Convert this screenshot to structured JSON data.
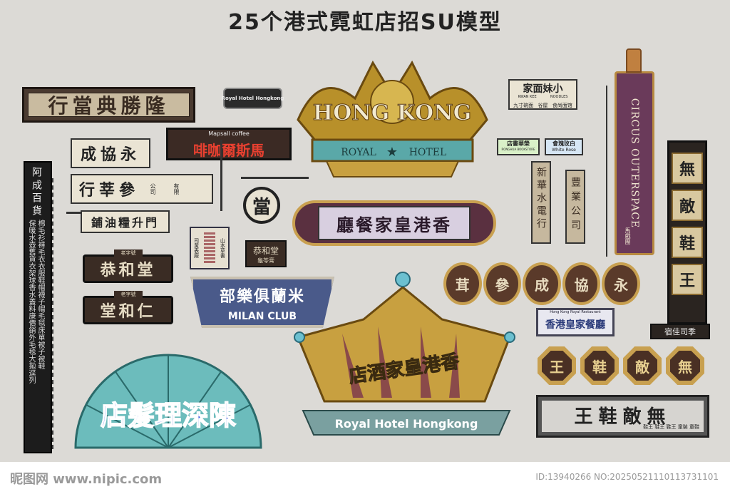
{
  "title": "25个港式霓虹店招SU模型",
  "signs": {
    "pawn_long": "行當典勝隆",
    "royal_small": "Royal Hotel Hongkong",
    "mapsall_en": "Mapsall coffee",
    "mapsall_cn": "啡咖爾斯馬",
    "crown_hk": "HONG KONG",
    "crown_royal": "ROYAL",
    "crown_hotel": "HOTEL",
    "family_noodle": "家面妹小",
    "family_noodle_sub1": "KWAN KEE",
    "family_noodle_sub2": "NOODLES",
    "family_noodle_sub3": "九寸碗面",
    "family_noodle_sub4": "谷屋",
    "family_noodle_sub5": "食尚面馆",
    "bookstore": "店書華榮",
    "bookstore_en": "RONGHUA BOOKSTORE",
    "white_rose": "會瑰玫白",
    "white_rose_en": "White Rose",
    "circus": "CIRCUS OUTERSPACE",
    "circus_cn": "馬戲團",
    "xinhua": "新華水電行",
    "fengye": "豐業公司",
    "left_col_title": "阿成百貨",
    "left_col_c1": "保暖水壺舊貨衣架球香水蓋料康價銷外毛毯大拋逕列",
    "left_col_c2": "棉毛衫褲毛衣衣服鞋帽襪子帽毛毯床單被子被鞋",
    "cheng_top": "成協永",
    "cheng_bottom": "行莘參",
    "cheng_small1": "公司",
    "cheng_small2": "有限",
    "pu_sign": "鋪油糧升門",
    "dang": "當",
    "gonghe1": "恭和堂",
    "gonghe1_small": "老字號",
    "gonghe2": "堂和仁",
    "gonghe2_small": "老字號",
    "lantern_l": "司黃表廠",
    "lantern_r": "山本草書",
    "gonghe3": "恭和堂",
    "gonghe3_sub": "龜苓膏",
    "restaurant": "廳餐家皇港香",
    "milan_cn": "部樂俱蘭米",
    "milan_en": "MILAN CLUB",
    "circles": [
      "茸",
      "參",
      "成",
      "協",
      "永"
    ],
    "hkroyal_en": "Hong Kong Royal Restaurant",
    "hkroyal_cn": "香港皇家餐廳",
    "wudi": [
      "無",
      "敵",
      "鞋",
      "王"
    ],
    "wudi_bottom": "宿佳司季",
    "hexes": [
      "王",
      "鞋",
      "敵",
      "無"
    ],
    "fan_text": "店髮理深陳",
    "crown2_cn": "店酒家皇港香",
    "crown2_en": "Royal Hotel Hongkong",
    "shoe_long": "王鞋敵無",
    "shoe_long_sub": "鞋王 鞋王 鞋王 童裝 童鞋",
    "footer_left": "昵图网 www.nipic.com",
    "footer_right": "ID:13940266 NO:20250521110113731101"
  }
}
